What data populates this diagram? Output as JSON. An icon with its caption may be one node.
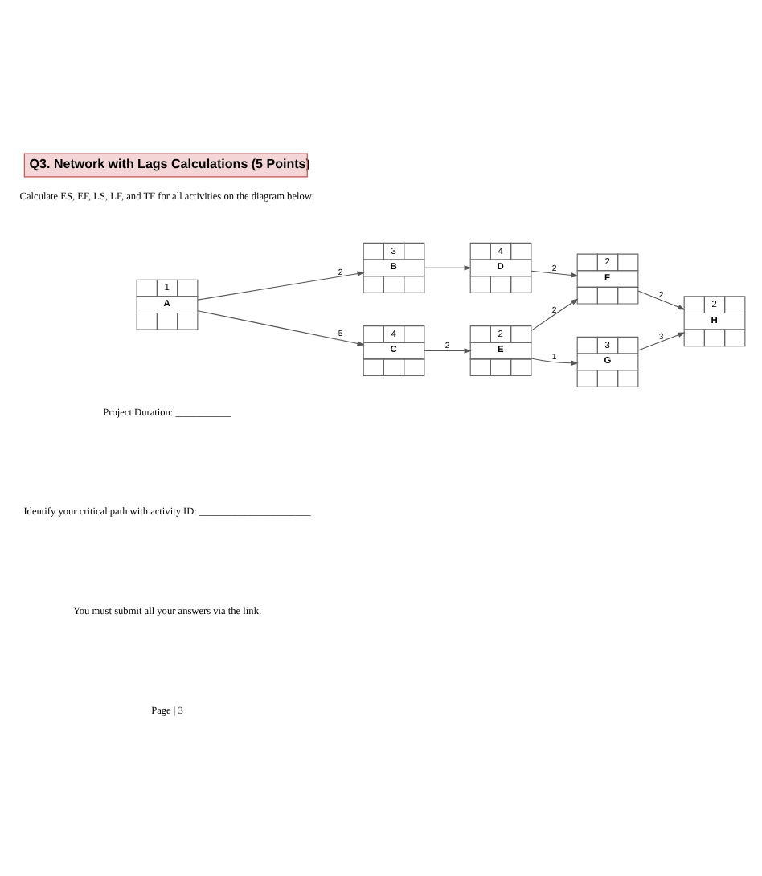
{
  "diagram": {
    "title": "Q3. Network with Lags Calculations (5 Points)",
    "nodes": [
      {
        "text": [
          "1",
          "A"
        ]
      },
      {
        "text": [
          "3",
          "B"
        ]
      },
      {
        "text": [
          "4",
          "C"
        ]
      },
      {
        "text": [
          "4",
          "D"
        ]
      },
      {
        "text": [
          "2",
          "E"
        ]
      },
      {
        "text": [
          "2",
          "F"
        ]
      },
      {
        "text": [
          "3",
          "G"
        ]
      },
      {
        "text": [
          "2",
          "H"
        ]
      }
    ],
    "edges": [
      {
        "from": 0,
        "to": 1,
        "arrow": "to",
        "label": "2"
      },
      {
        "from": 0,
        "to": 2,
        "arrow": "to",
        "label": "5"
      },
      {
        "from": 1,
        "to": 3,
        "arrow": "to"
      },
      {
        "from": 3,
        "to": 5,
        "arrow": "to",
        "label": "2"
      },
      {
        "from": 4,
        "to": 5,
        "arrow": "to",
        "label": "2"
      },
      {
        "from": 2,
        "to": 4,
        "arrow": "to",
        "label": "2"
      },
      {
        "from": 4,
        "to": 6,
        "arrow": "to",
        "label": "1"
      },
      {
        "from": 5,
        "to": 7,
        "arrow": "to",
        "label": "2"
      },
      {
        "from": 6,
        "to": 7,
        "arrow": "to",
        "label": "3"
      }
    ],
    "labels": [
      "Calculate ES, EF, LS, LF, and TF for all activities on the diagram below:",
      "Project Duration: ___________",
      "Identify your critical path with activity ID: ______________________",
      "You must submit all your answers via the link.",
      "Page | 3"
    ]
  }
}
